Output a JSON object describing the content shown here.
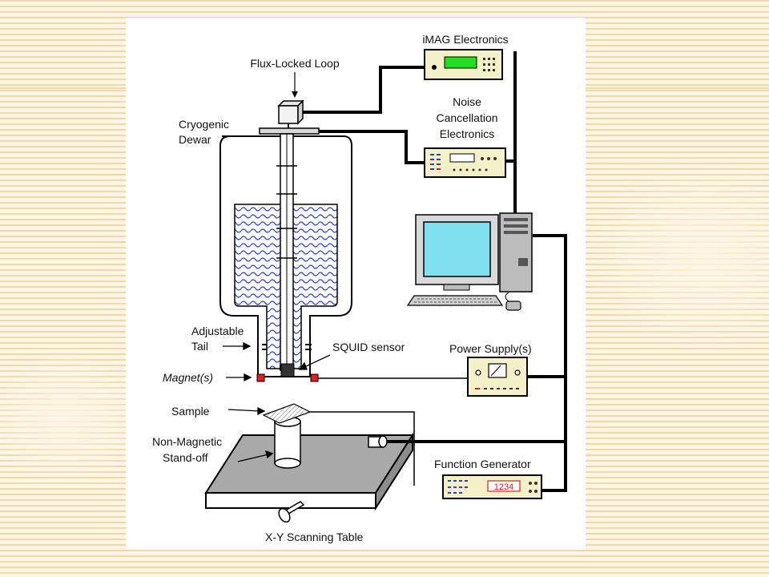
{
  "colors": {
    "background": "#fdf6e6",
    "stripe": "#f1d9a6",
    "card": "#ffffff",
    "magnet_red": "#e02020",
    "liquid_blue": "#2a3fd0",
    "screen_cyan": "#7fe0f0",
    "display_green": "#22dd22",
    "device_fill": "#f4f0c8",
    "table_gray": "#a9a9a9"
  },
  "labels": {
    "imag_electronics": "iMAG Electronics",
    "flux_locked_loop": "Flux-Locked Loop",
    "noise_line1": "Noise",
    "noise_line2": "Cancellation",
    "noise_line3": "Electronics",
    "cryogenic": "Cryogenic",
    "dewar": "Dewar",
    "adjustable": "Adjustable",
    "tail": "Tail",
    "squid_sensor": "SQUID sensor",
    "magnets": "Magnet(s)",
    "power_supply": "Power Supply(s)",
    "sample": "Sample",
    "non_magnetic": "Non-Magnetic",
    "stand_off": "Stand-off",
    "function_generator": "Function Generator",
    "function_generator_display": "1234",
    "xy_table": "X-Y Scanning Table"
  },
  "icons": [
    "computer-monitor",
    "computer-tower",
    "keyboard",
    "mouse",
    "squid-sensor",
    "dewar",
    "xy-table"
  ]
}
